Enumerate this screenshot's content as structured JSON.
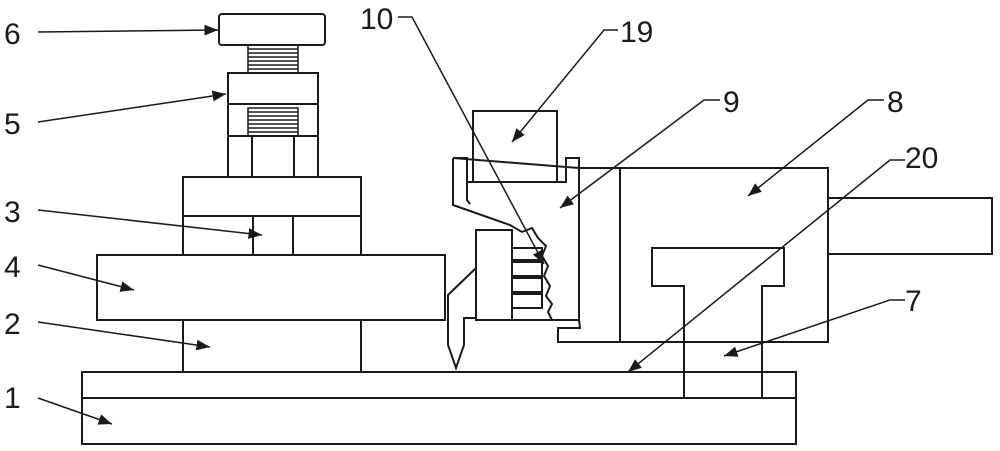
{
  "labels": {
    "l1": "1",
    "l2": "2",
    "l3": "3",
    "l4": "4",
    "l5": "5",
    "l6": "6",
    "l7": "7",
    "l8": "8",
    "l9": "9",
    "l10": "10",
    "l19": "19",
    "l20": "20"
  },
  "colors": {
    "stroke": "#1a1a1a",
    "background": "#ffffff"
  }
}
